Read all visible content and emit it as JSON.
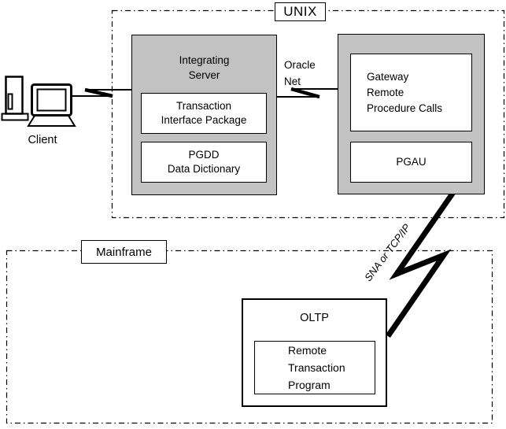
{
  "colors": {
    "box_fill": "#c2c2c2",
    "line": "#000000"
  },
  "unix": {
    "label": "UNIX",
    "integrating_server": {
      "title": "Integrating\nServer",
      "components": [
        "Transaction\nInterface Package",
        "PGDD\nData Dictionary"
      ]
    },
    "gateway": {
      "components": [
        "Gateway\nRemote\nProcedure Calls",
        "PGAU"
      ]
    }
  },
  "mainframe": {
    "label": "Mainframe",
    "oltp": {
      "title": "OLTP",
      "component": "Remote\nTransaction\nProgram"
    }
  },
  "client": {
    "label": "Client"
  },
  "connections": {
    "oracle_net": "Oracle\nNet",
    "sna": "SNA or TCP/IP"
  }
}
